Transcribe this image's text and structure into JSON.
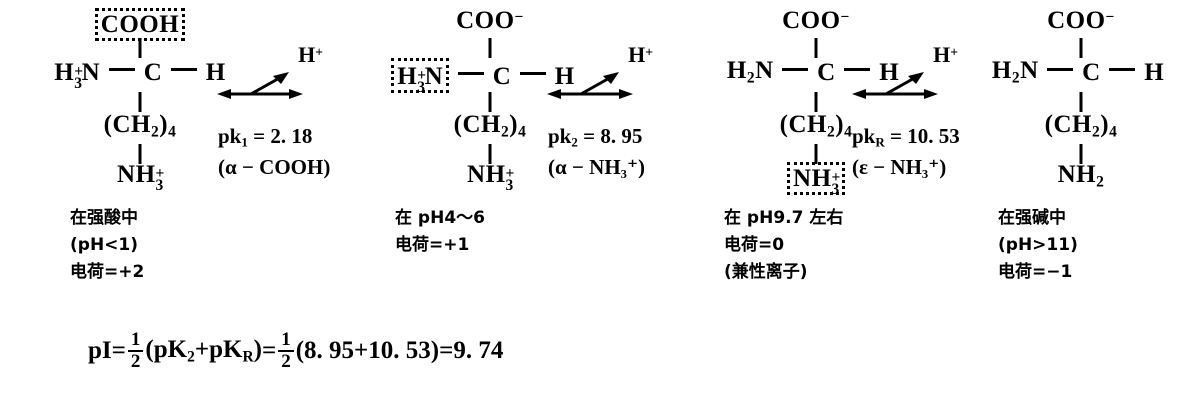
{
  "figure": {
    "subject": "lysine-ionization-states",
    "background_color": "#ffffff",
    "ink_color": "#000000"
  },
  "structures": [
    {
      "id": "form-1",
      "top_group": "COOH",
      "top_boxed": true,
      "left_group_main": "H",
      "left_group_sub": "3",
      "left_group_sup": "+",
      "left_group_tail": "N",
      "left_boxed": false,
      "center_atom": "C",
      "right_atom": "H",
      "side_chain": "(CH",
      "side_chain_sub": "2",
      "side_chain_close": ")",
      "side_chain_count": "4",
      "bottom_group": "NH",
      "bottom_sub": "3",
      "bottom_sup": "+",
      "bottom_boxed": false,
      "captions": [
        "在强酸中",
        "(pH<1)",
        "电荷=+2"
      ]
    },
    {
      "id": "form-2",
      "top_group": "COO",
      "top_sup": "−",
      "top_boxed": false,
      "left_group_main": "H",
      "left_group_sub": "3",
      "left_group_sup": "+",
      "left_group_tail": "N",
      "left_boxed": true,
      "center_atom": "C",
      "right_atom": "H",
      "side_chain": "(CH",
      "side_chain_sub": "2",
      "side_chain_close": ")",
      "side_chain_count": "4",
      "bottom_group": "NH",
      "bottom_sub": "3",
      "bottom_sup": "+",
      "bottom_boxed": false,
      "captions": [
        "在 pH4〜6",
        "电荷=+1"
      ]
    },
    {
      "id": "form-3",
      "top_group": "COO",
      "top_sup": "−",
      "top_boxed": false,
      "left_group_main": "H",
      "left_group_sub": "2",
      "left_group_sup": "",
      "left_group_tail": "N",
      "left_boxed": false,
      "center_atom": "C",
      "right_atom": "H",
      "side_chain": "(CH",
      "side_chain_sub": "2",
      "side_chain_close": ")",
      "side_chain_count": "4",
      "bottom_group": "NH",
      "bottom_sub": "3",
      "bottom_sup": "+",
      "bottom_boxed": true,
      "captions": [
        "在 pH9.7 左右",
        "电荷=0",
        "(兼性离子)"
      ]
    },
    {
      "id": "form-4",
      "top_group": "COO",
      "top_sup": "−",
      "top_boxed": false,
      "left_group_main": "H",
      "left_group_sub": "2",
      "left_group_sup": "",
      "left_group_tail": "N",
      "left_boxed": false,
      "center_atom": "C",
      "right_atom": "H",
      "side_chain": "(CH",
      "side_chain_sub": "2",
      "side_chain_close": ")",
      "side_chain_count": "4",
      "bottom_group": "NH",
      "bottom_sub": "2",
      "bottom_sup": "",
      "bottom_boxed": false,
      "captions": [
        "在强碱中",
        "(pH>11)",
        "电荷=−1"
      ]
    }
  ],
  "equilibria": [
    {
      "id": "eq-1",
      "released_species_main": "H",
      "released_species_sup": "+",
      "pk_name": "pk",
      "pk_sub": "1",
      "pk_equals": "=",
      "pk_value": "2. 18",
      "pk_group": "(α − COOH)"
    },
    {
      "id": "eq-2",
      "released_species_main": "H",
      "released_species_sup": "+",
      "pk_name": "pk",
      "pk_sub": "2",
      "pk_equals": "=",
      "pk_value": "8. 95",
      "pk_group": "(α − NH₃⁺)"
    },
    {
      "id": "eq-3",
      "released_species_main": "H",
      "released_species_sup": "+",
      "pk_name": "pk",
      "pk_sub": "R",
      "pk_equals": "=",
      "pk_value": "10. 53",
      "pk_group": "(ε − NH₃⁺)"
    }
  ],
  "pi_formula": {
    "lhs": "pI",
    "eq1": "=",
    "frac1_num": "1",
    "frac1_den": "2",
    "term1": "(pK",
    "term1_sub": "2",
    "term1_plus": "+pK",
    "term1_sub2": "R",
    "term1_close": ")",
    "eq2": "=",
    "frac2_num": "1",
    "frac2_den": "2",
    "term2": "(8. 95+10. 53)",
    "eq3": "=",
    "result": "9. 74"
  }
}
